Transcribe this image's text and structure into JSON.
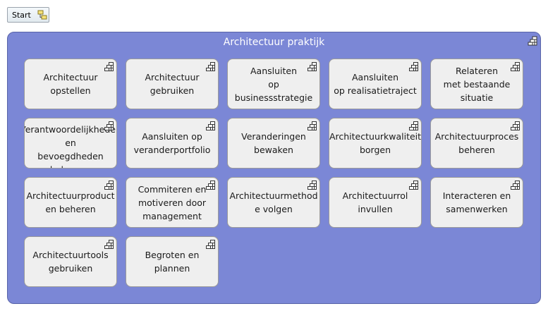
{
  "start_button": {
    "label": "Start",
    "icon": "flow-diagram-icon"
  },
  "group": {
    "title": "Architectuur praktijk",
    "icon": "layered-diagram-icon",
    "colors": {
      "fill": "#7b87d6",
      "box": "#efefef",
      "title": "#ffffff"
    },
    "items": [
      {
        "label": "Architectuur\nopstellen"
      },
      {
        "label": "Architectuur\ngebruiken"
      },
      {
        "label": "Aansluiten\nop businessstrategie"
      },
      {
        "label": "Aansluiten\nop realisatietraject"
      },
      {
        "label": "Relateren\nmet bestaande\nsituatie"
      },
      {
        "label": "Verantwoordelijkheden en\nbevoegdheden\nbeleggen"
      },
      {
        "label": "Aansluiten op\nveranderportfolio"
      },
      {
        "label": "Veranderingen\nbewaken"
      },
      {
        "label": "Architectuurkwaliteit\nborgen"
      },
      {
        "label": "Architectuurproces\nbeheren"
      },
      {
        "label": "Architectuurproduct\nen beheren"
      },
      {
        "label": "Commiteren en\nmotiveren door\nmanagement"
      },
      {
        "label": "Architectuurmethod\ne volgen"
      },
      {
        "label": "Architectuurrol\ninvullen"
      },
      {
        "label": "Interacteren en\nsamenwerken"
      },
      {
        "label": "Architectuurtools\ngebruiken"
      },
      {
        "label": "Begroten en\nplannen"
      }
    ]
  }
}
